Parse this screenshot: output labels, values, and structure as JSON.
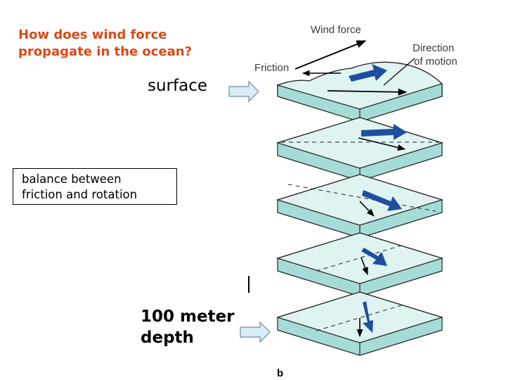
{
  "title": {
    "line1": "How does wind force",
    "line2": "propagate in the ocean?"
  },
  "labels": {
    "surface": "surface",
    "balance_line1": "balance between",
    "balance_line2": "friction and rotation",
    "depth_line1": "100 meter",
    "depth_line2": "depth"
  },
  "diagram": {
    "wind_force": "Wind force",
    "friction": "Friction",
    "direction_line1": "Direction",
    "direction_line2": "of motion",
    "panel_letter": "b"
  },
  "colors": {
    "title": "#d94a14",
    "slab_top": "#dff3f1",
    "slab_side": "#a6dcd7",
    "current_arrow": "#1f4f9c",
    "pointer_arrow": "#d8ecf7"
  }
}
